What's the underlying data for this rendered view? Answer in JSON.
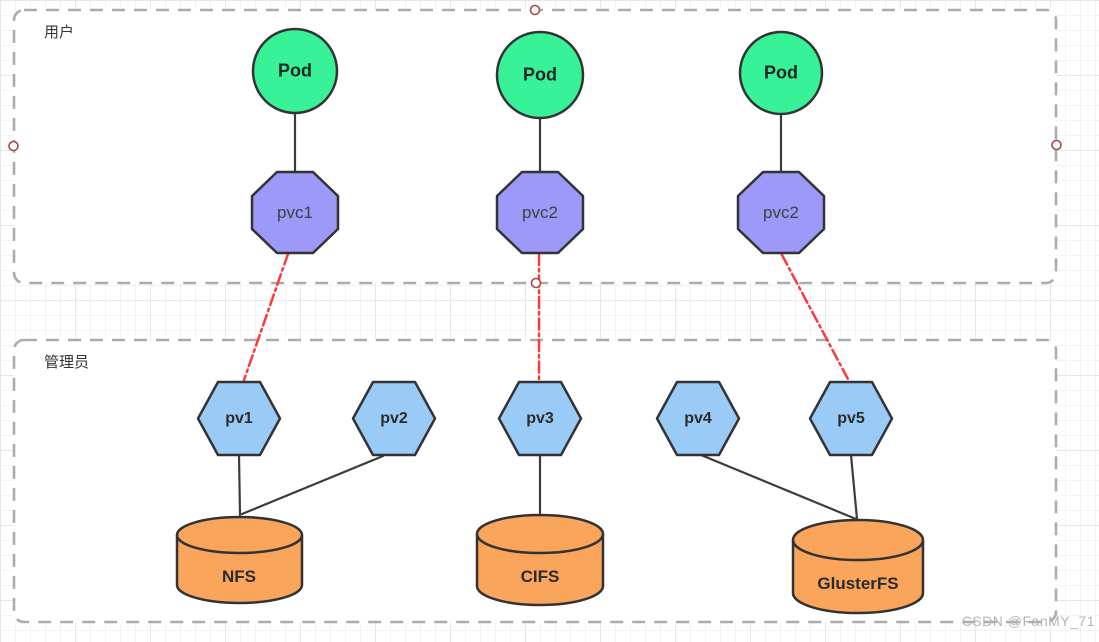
{
  "groups": {
    "user": {
      "label": "用户"
    },
    "admin": {
      "label": "管理员"
    }
  },
  "nodes": {
    "pods": [
      {
        "id": "pod-1",
        "label": "Pod"
      },
      {
        "id": "pod-2",
        "label": "Pod"
      },
      {
        "id": "pod-3",
        "label": "Pod"
      }
    ],
    "pvcs": [
      {
        "id": "pvc-1",
        "label": "pvc1"
      },
      {
        "id": "pvc-2",
        "label": "pvc2"
      },
      {
        "id": "pvc-3",
        "label": "pvc2"
      }
    ],
    "pvs": [
      {
        "id": "pv-1",
        "label": "pv1"
      },
      {
        "id": "pv-2",
        "label": "pv2"
      },
      {
        "id": "pv-3",
        "label": "pv3"
      },
      {
        "id": "pv-4",
        "label": "pv4"
      },
      {
        "id": "pv-5",
        "label": "pv5"
      }
    ],
    "storages": [
      {
        "id": "storage-nfs",
        "label": "NFS"
      },
      {
        "id": "storage-cifs",
        "label": "CIFS"
      },
      {
        "id": "storage-glusterfs",
        "label": "GlusterFS"
      }
    ]
  },
  "edges": [
    {
      "from": "pod-1",
      "to": "pvc-1",
      "style": "solid"
    },
    {
      "from": "pod-2",
      "to": "pvc-2",
      "style": "solid"
    },
    {
      "from": "pod-3",
      "to": "pvc-3",
      "style": "solid"
    },
    {
      "from": "pvc-1",
      "to": "pv-1",
      "style": "dashdot-red"
    },
    {
      "from": "pvc-2",
      "to": "pv-3",
      "style": "dashdot-red"
    },
    {
      "from": "pvc-3",
      "to": "pv-5",
      "style": "dashdot-red"
    },
    {
      "from": "pv-1",
      "to": "storage-nfs",
      "style": "solid"
    },
    {
      "from": "pv-2",
      "to": "storage-nfs",
      "style": "solid"
    },
    {
      "from": "pv-3",
      "to": "storage-cifs",
      "style": "solid"
    },
    {
      "from": "pv-4",
      "to": "storage-glusterfs",
      "style": "solid"
    },
    {
      "from": "pv-5",
      "to": "storage-glusterfs",
      "style": "solid"
    }
  ],
  "colors": {
    "pod_fill": "#38f298",
    "pvc_fill": "#9c99f8",
    "pv_fill": "#9acbf7",
    "storage_fill": "#faa55c",
    "shape_stroke": "#333333",
    "edge": "#3c3c3c",
    "claim_edge": "#fb3b3b",
    "box_border": "#acacac",
    "handle_stroke": "#b04543"
  },
  "watermark": "CSDN @FanMY_71"
}
